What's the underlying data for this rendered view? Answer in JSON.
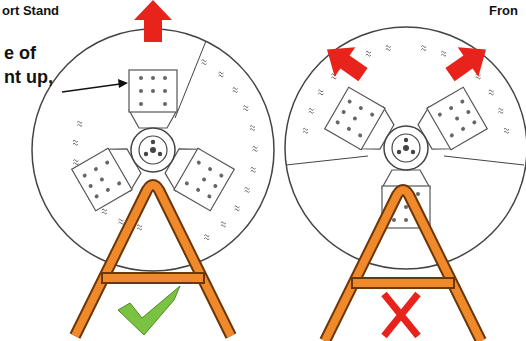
{
  "diagram": {
    "labels": [
      "ort Stand",
      "e of",
      "nt up,",
      "Fron"
    ]
  }
}
